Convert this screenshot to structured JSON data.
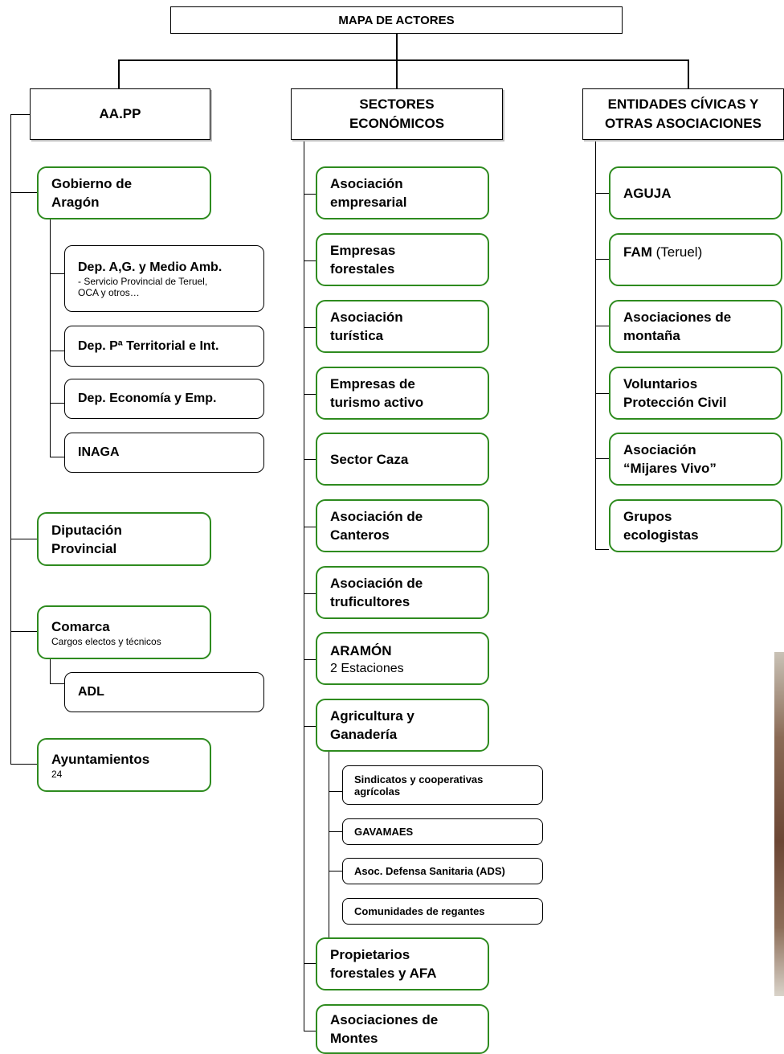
{
  "title": "MAPA DE ACTORES",
  "columns": {
    "aapp": {
      "header": "AA.PP",
      "gobierno": {
        "name_l1": "Gobierno de",
        "name_l2": "Aragón",
        "departments": {
          "agma": {
            "name": "Dep. A,G. y Medio Amb.",
            "sub_l1": "- Servicio Provincial de Teruel,",
            "sub_l2": "OCA y otros…"
          },
          "territorial": {
            "name": "Dep. Pª Territorial e Int."
          },
          "economia": {
            "name": "Dep. Economía y Emp."
          },
          "inaga": {
            "name": "INAGA"
          }
        }
      },
      "diputacion": {
        "name_l1": "Diputación",
        "name_l2": "Provincial"
      },
      "comarca": {
        "name": "Comarca",
        "sub": "Cargos electos y técnicos",
        "adl": "ADL"
      },
      "ayuntamientos": {
        "name": "Ayuntamientos",
        "sub": "24"
      }
    },
    "sectores": {
      "header_l1": "SECTORES",
      "header_l2": "ECONÓMICOS",
      "items": {
        "asoc_empresarial": {
          "l1": "Asociación",
          "l2": "empresarial"
        },
        "empresas_forestales": {
          "l1": "Empresas",
          "l2": "forestales"
        },
        "asoc_turistica": {
          "l1": "Asociación",
          "l2": "turística"
        },
        "turismo_activo": {
          "l1": "Empresas de",
          "l2": "turismo activo"
        },
        "sector_caza": {
          "l1": "Sector Caza"
        },
        "canteros": {
          "l1": "Asociación de",
          "l2": "Canteros"
        },
        "truficultores": {
          "l1": "Asociación de",
          "l2": "truficultores"
        },
        "aramon": {
          "l1": "ARAMÓN",
          "sub": "2 Estaciones"
        },
        "agricultura": {
          "l1": "Agricultura y",
          "l2": "Ganadería",
          "subitems": {
            "sindicatos": {
              "l1": "Sindicatos y cooperativas",
              "l2": "agrícolas"
            },
            "gavamaes": {
              "l1": "GAVAMAES"
            },
            "ads": {
              "l1": "Asoc. Defensa Sanitaria (ADS)"
            },
            "regantes": {
              "l1": "Comunidades de regantes"
            }
          }
        },
        "propietarios": {
          "l1": "Propietarios",
          "l2": "forestales y AFA"
        },
        "montes": {
          "l1": "Asociaciones de",
          "l2": "Montes"
        }
      }
    },
    "entidades": {
      "header_l1": "ENTIDADES CÍVICAS Y",
      "header_l2": "OTRAS ASOCIACIONES",
      "items": {
        "aguja": {
          "l1": "AGUJA"
        },
        "fam": {
          "bold": "FAM",
          "normal": "(Teruel)"
        },
        "montana": {
          "l1": "Asociaciones de",
          "l2": "montaña"
        },
        "voluntarios": {
          "l1": "Voluntarios",
          "l2": "Protección Civil"
        },
        "mijares": {
          "l1": "Asociación",
          "l2": "“Mijares Vivo”"
        },
        "ecologistas": {
          "l1": "Grupos",
          "l2": "ecologistas"
        }
      }
    }
  }
}
